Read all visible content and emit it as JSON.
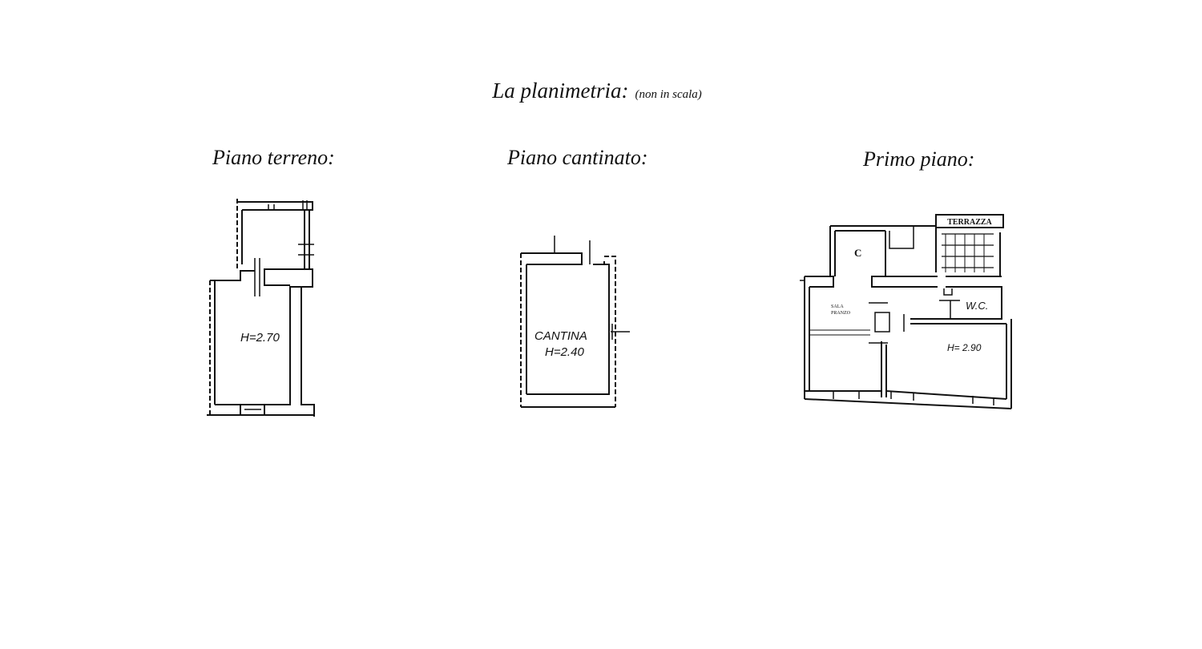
{
  "title": "La planimetria:",
  "subtitle": "(non in scala)",
  "plans": {
    "ground": {
      "title": "Piano terreno:",
      "height_label": "H=2.70"
    },
    "basement": {
      "title": "Piano cantinato:",
      "room_label": "CANTINA",
      "height_label": "H=2.40"
    },
    "first": {
      "title": "Primo piano:",
      "terrace_label": "TERRAZZA",
      "closet_label": "C",
      "dining_label_1": "SALA",
      "dining_label_2": "PRANZO",
      "wc_label": "W.C.",
      "height_label": "H= 2.90"
    }
  }
}
